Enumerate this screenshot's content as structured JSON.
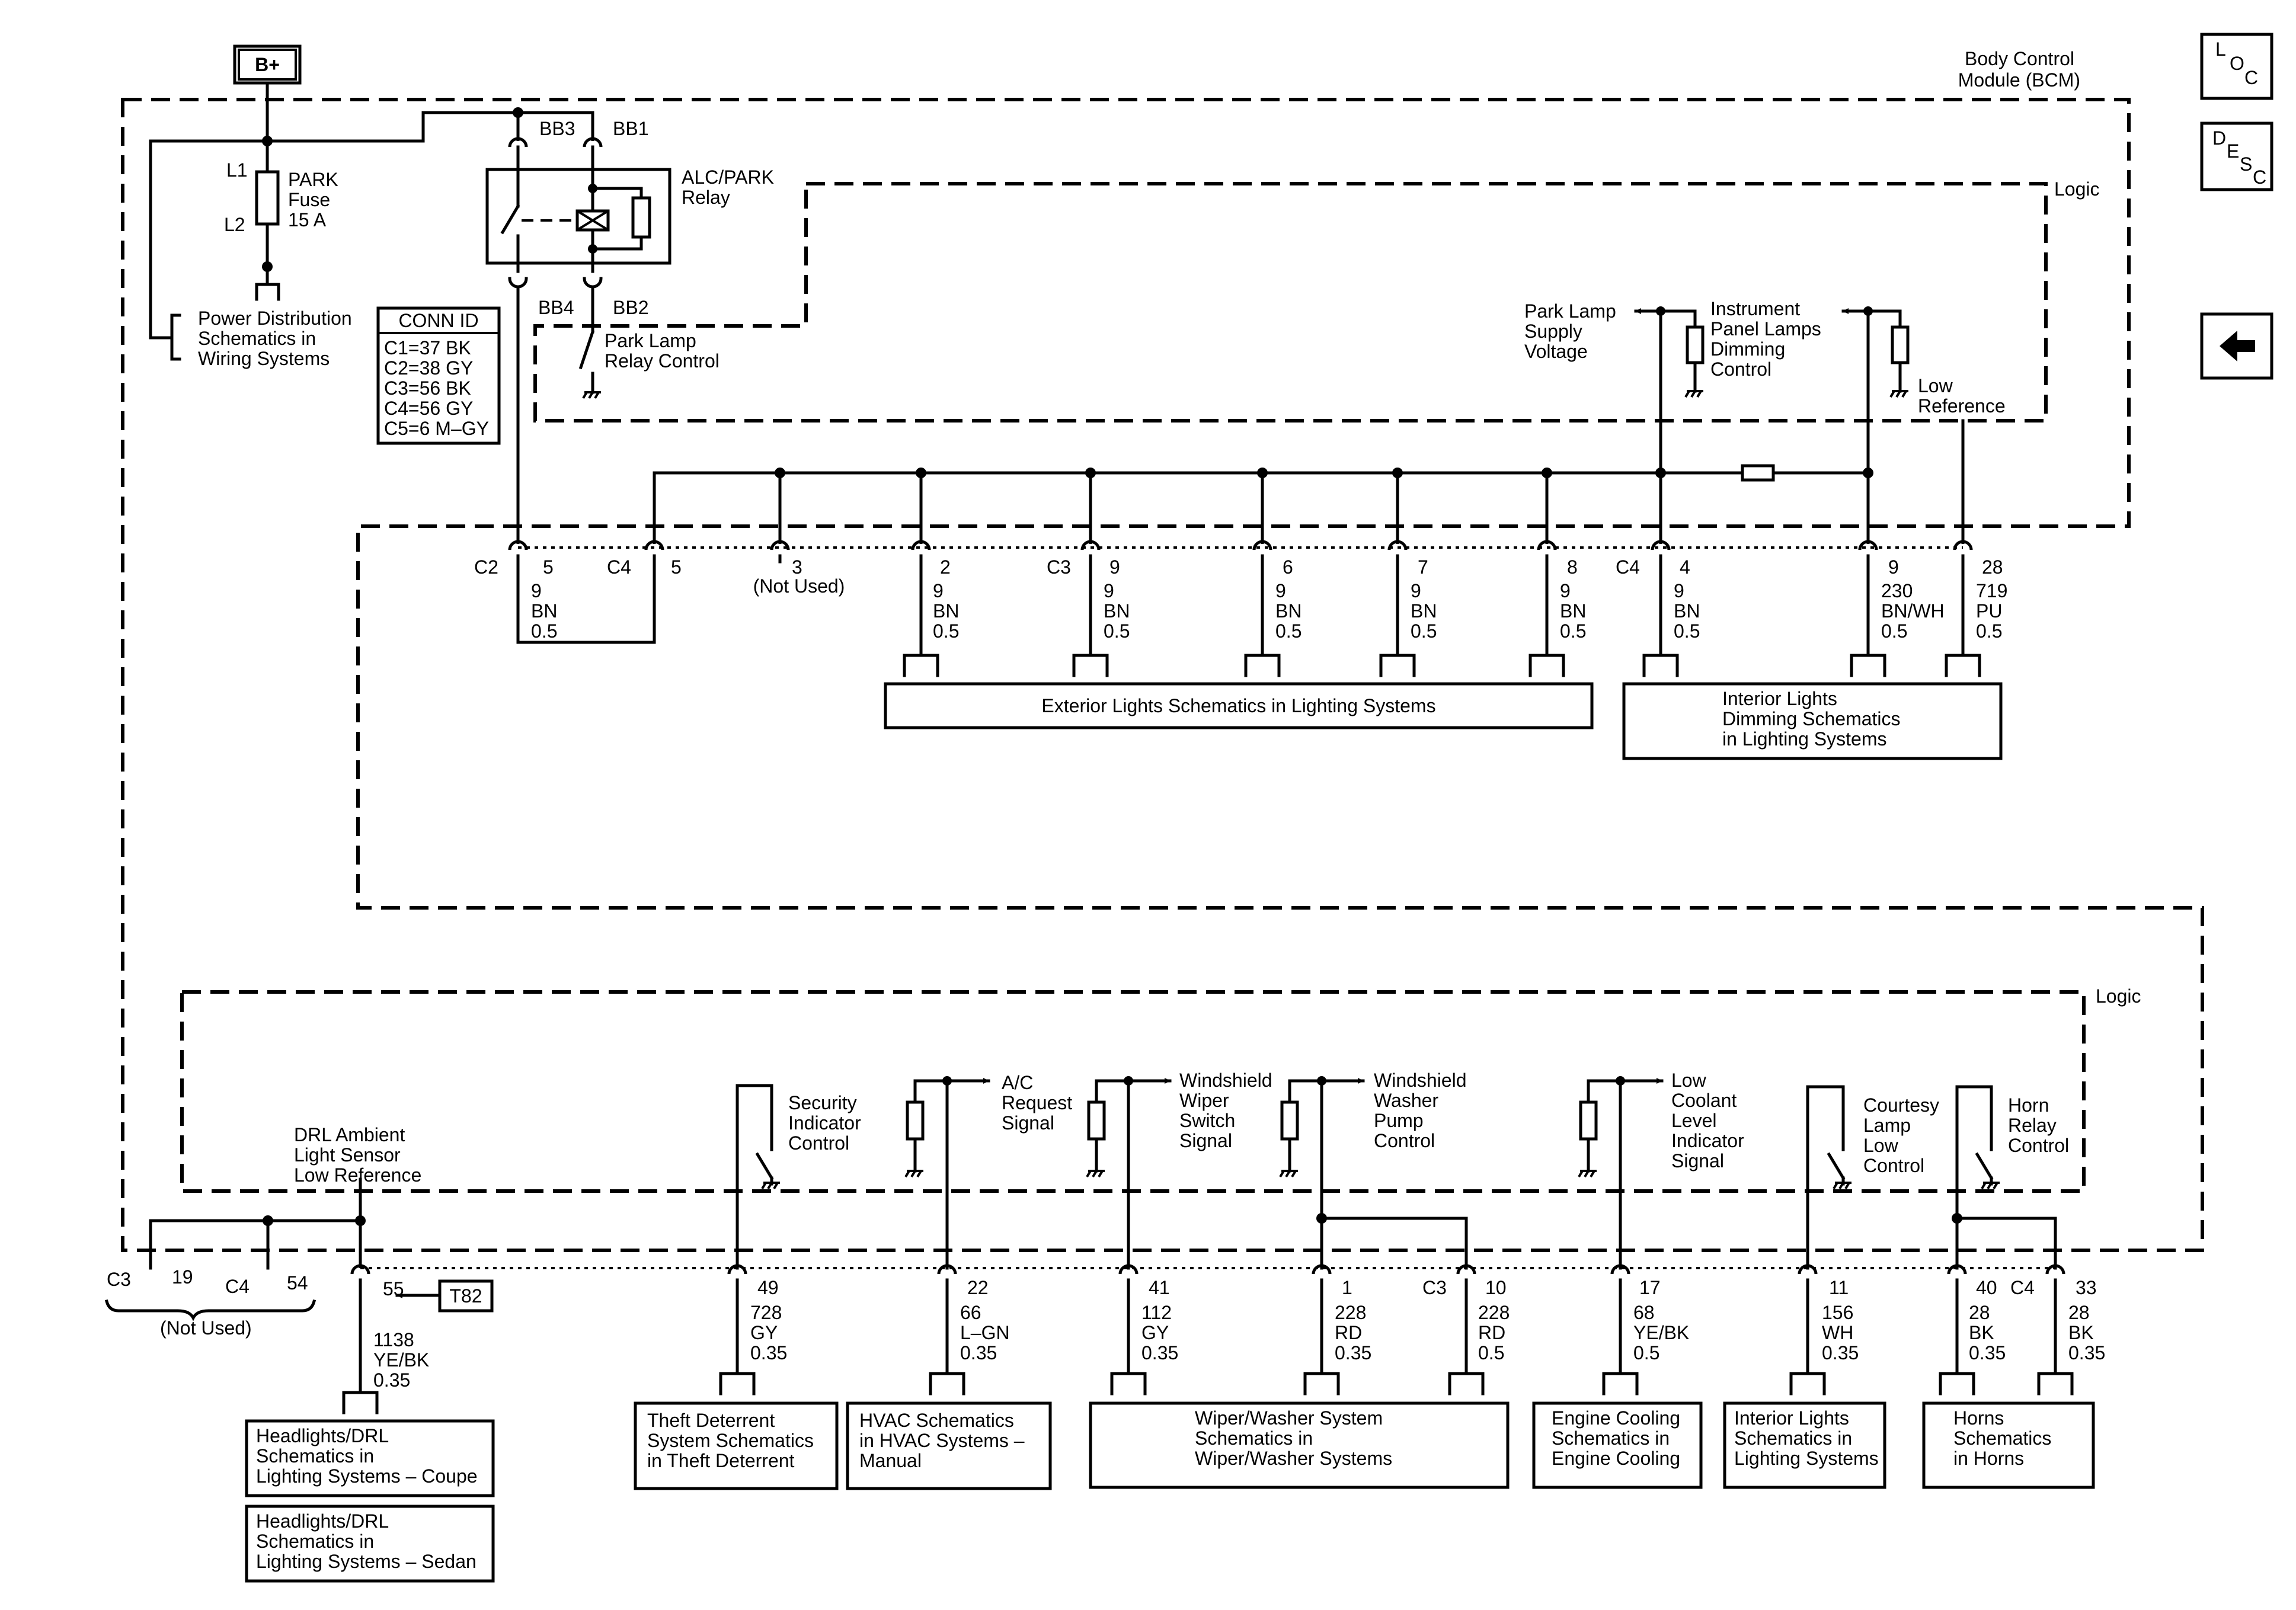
{
  "header": {
    "module_label": [
      "Body Control",
      "Module (BCM)"
    ],
    "power_label": "B+",
    "logic_label": "Logic",
    "logic_label_2": "Logic"
  },
  "nav": {
    "loc_letters": [
      "L",
      "O",
      "C"
    ],
    "desc_letters": [
      "D",
      "E",
      "S",
      "C"
    ],
    "back_icon": "arrow-left-icon"
  },
  "fuse": {
    "lines": [
      "PARK",
      "Fuse",
      "15 A"
    ],
    "l1": "L1",
    "l2": "L2"
  },
  "power_dist": [
    "Power Distribution",
    "Schematics in",
    "Wiring Systems"
  ],
  "relay": {
    "lines": [
      "ALC/PARK",
      "Relay"
    ],
    "bb1": "BB1",
    "bb2": "BB2",
    "bb3": "BB3",
    "bb4": "BB4",
    "control": [
      "Park Lamp",
      "Relay Control"
    ]
  },
  "conn_id": {
    "title": "CONN ID",
    "rows": [
      "C1=37 BK",
      "C2=38 GY",
      "C3=56 BK",
      "C4=56 GY",
      "C5=6 M–GY"
    ]
  },
  "upper_logic": {
    "park_supply": [
      "Park Lamp",
      "Supply",
      "Voltage"
    ],
    "ip_dimming": [
      "Instrument",
      "Panel Lamps",
      "Dimming",
      "Control"
    ],
    "low_ref": [
      "Low",
      "Reference"
    ]
  },
  "upper_pins": {
    "c2": "C2",
    "c4a": "C4",
    "c3": "C3",
    "c4b": "C4",
    "not_used": "(Not Used)",
    "pins": [
      {
        "num": "5",
        "wire": [
          "9",
          "BN",
          "0.5"
        ]
      },
      {
        "num": "5"
      },
      {
        "num": "3"
      },
      {
        "num": "2",
        "wire": [
          "9",
          "BN",
          "0.5"
        ]
      },
      {
        "num": "9",
        "wire": [
          "9",
          "BN",
          "0.5"
        ]
      },
      {
        "num": "6",
        "wire": [
          "9",
          "BN",
          "0.5"
        ]
      },
      {
        "num": "7",
        "wire": [
          "9",
          "BN",
          "0.5"
        ]
      },
      {
        "num": "8",
        "wire": [
          "9",
          "BN",
          "0.5"
        ]
      },
      {
        "num": "4",
        "wire": [
          "9",
          "BN",
          "0.5"
        ]
      },
      {
        "num": "9",
        "wire": [
          "230",
          "BN/WH",
          "0.5"
        ]
      },
      {
        "num": "28",
        "wire": [
          "719",
          "PU",
          "0.5"
        ]
      }
    ]
  },
  "upper_refs": {
    "exterior": "Exterior Lights Schematics in Lighting Systems",
    "interior_dimming": [
      "Interior Lights",
      "Dimming Schematics",
      "in Lighting Systems"
    ]
  },
  "lower_logic": {
    "drl": [
      "DRL Ambient",
      "Light Sensor",
      "Low Reference"
    ],
    "security": [
      "Security",
      "Indicator",
      "Control"
    ],
    "ac": [
      "A/C",
      "Request",
      "Signal"
    ],
    "wiper": [
      "Windshield",
      "Wiper",
      "Switch",
      "Signal"
    ],
    "washer": [
      "Windshield",
      "Washer",
      "Pump",
      "Control"
    ],
    "coolant": [
      "Low",
      "Coolant",
      "Level",
      "Indicator",
      "Signal"
    ],
    "courtesy": [
      "Courtesy",
      "Lamp",
      "Low",
      "Control"
    ],
    "horn": [
      "Horn",
      "Relay",
      "Control"
    ]
  },
  "lower_pins": {
    "c3": "C3",
    "c4": "C4",
    "c3b": "C3",
    "c4b": "C4",
    "nu_19": "19",
    "nu_54": "54",
    "not_used": "(Not Used)",
    "t82": "T82",
    "pins": [
      {
        "num": "55",
        "wire": [
          "1138",
          "YE/BK",
          "0.35"
        ]
      },
      {
        "num": "49",
        "wire": [
          "728",
          "GY",
          "0.35"
        ]
      },
      {
        "num": "22",
        "wire": [
          "66",
          "L–GN",
          "0.35"
        ]
      },
      {
        "num": "41",
        "wire": [
          "112",
          "GY",
          "0.35"
        ]
      },
      {
        "num": "1",
        "wire": [
          "228",
          "RD",
          "0.35"
        ]
      },
      {
        "num": "10",
        "wire": [
          "228",
          "RD",
          "0.5"
        ]
      },
      {
        "num": "17",
        "wire": [
          "68",
          "YE/BK",
          "0.5"
        ]
      },
      {
        "num": "11",
        "wire": [
          "156",
          "WH",
          "0.35"
        ]
      },
      {
        "num": "40",
        "wire": [
          "28",
          "BK",
          "0.35"
        ]
      },
      {
        "num": "33",
        "wire": [
          "28",
          "BK",
          "0.35"
        ]
      }
    ]
  },
  "lower_refs": {
    "headlights_coupe": [
      "Headlights/DRL",
      "Schematics in",
      "Lighting Systems – Coupe"
    ],
    "headlights_sedan": [
      "Headlights/DRL",
      "Schematics in",
      "Lighting Systems – Sedan"
    ],
    "theft": [
      "Theft Deterrent",
      "System Schematics",
      "in Theft Deterrent"
    ],
    "hvac": [
      "HVAC Schematics",
      "in HVAC Systems –",
      "Manual"
    ],
    "wiper": [
      "Wiper/Washer System",
      "Schematics in",
      "Wiper/Washer Systems"
    ],
    "engine": [
      "Engine Cooling",
      "Schematics in",
      "Engine Cooling"
    ],
    "interior": [
      "Interior Lights",
      "Schematics in",
      "Lighting Systems"
    ],
    "horns": [
      "Horns",
      "Schematics",
      "in Horns"
    ]
  }
}
